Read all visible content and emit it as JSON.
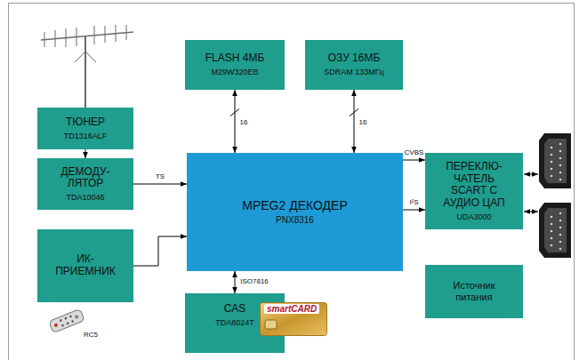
{
  "diagram": {
    "nodes": [
      {
        "text": [
          "ТЮНЕР",
          "TD1316ALF"
        ]
      },
      {
        "text": [
          "FLASH 4МБ",
          "M29W320EB"
        ]
      },
      {
        "text": [
          "ОЗУ 16МБ",
          "SDRAM 133МГц"
        ]
      },
      {
        "text": [
          "ДЕМОДУ- ЛЯТОР",
          "TDA10046"
        ]
      },
      {
        "text": [
          "MPEG2 ДЕКОДЕР",
          "PNX8316"
        ]
      },
      {
        "text": [
          "ПЕРЕКЛЮ- ЧАТЕЛЬ SCART С АУДИО ЦАП",
          "UDA3000"
        ]
      },
      {
        "text": [
          "ИК- ПРИЕМНИК"
        ]
      },
      {
        "text": [
          "Источник питания"
        ]
      },
      {
        "text": [
          "CAS",
          "TDA8024T"
        ]
      }
    ],
    "edges": [
      {
        "from": 0,
        "to": 3,
        "arrow": "to"
      },
      {
        "from": 1,
        "to": 4,
        "label": "16",
        "arrow": "both"
      },
      {
        "from": 2,
        "to": 4,
        "label": "16",
        "arrow": "both"
      },
      {
        "from": 3,
        "to": 4,
        "label": "TS",
        "arrow": "to"
      },
      {
        "from": 6,
        "to": 4,
        "arrow": "to"
      },
      {
        "from": 4,
        "to": 5,
        "label": "CVBS",
        "arrow": "to"
      },
      {
        "from": 4,
        "to": 5,
        "label": "I²S",
        "arrow": "to"
      },
      {
        "from": 8,
        "to": 4,
        "label": "ISO7816",
        "arrow": "both"
      }
    ],
    "labels": [
      "smartCARD",
      "RC5"
    ]
  }
}
